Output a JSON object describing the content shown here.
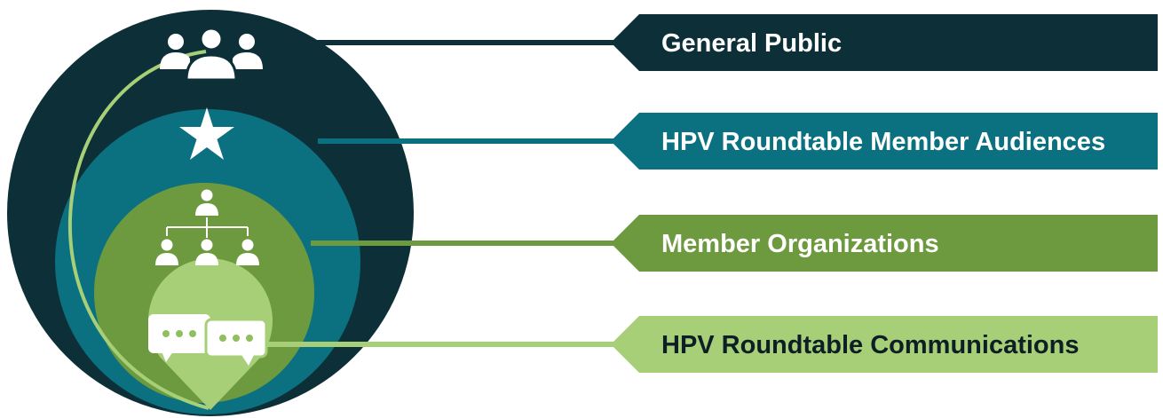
{
  "colors": {
    "dark": "#0d3038",
    "teal": "#0b7180",
    "green": "#6e9a3f",
    "light_green": "#a7cf78",
    "white": "#ffffff",
    "dark_text": "#0d1f24"
  },
  "layers": [
    {
      "label": "General Public",
      "icon": "people-group-icon"
    },
    {
      "label": "HPV Roundtable Member Audiences",
      "icon": "star-icon"
    },
    {
      "label": "Member Organizations",
      "icon": "org-chart-icon"
    },
    {
      "label": "HPV Roundtable Communications",
      "icon": "chat-bubbles-icon"
    }
  ]
}
